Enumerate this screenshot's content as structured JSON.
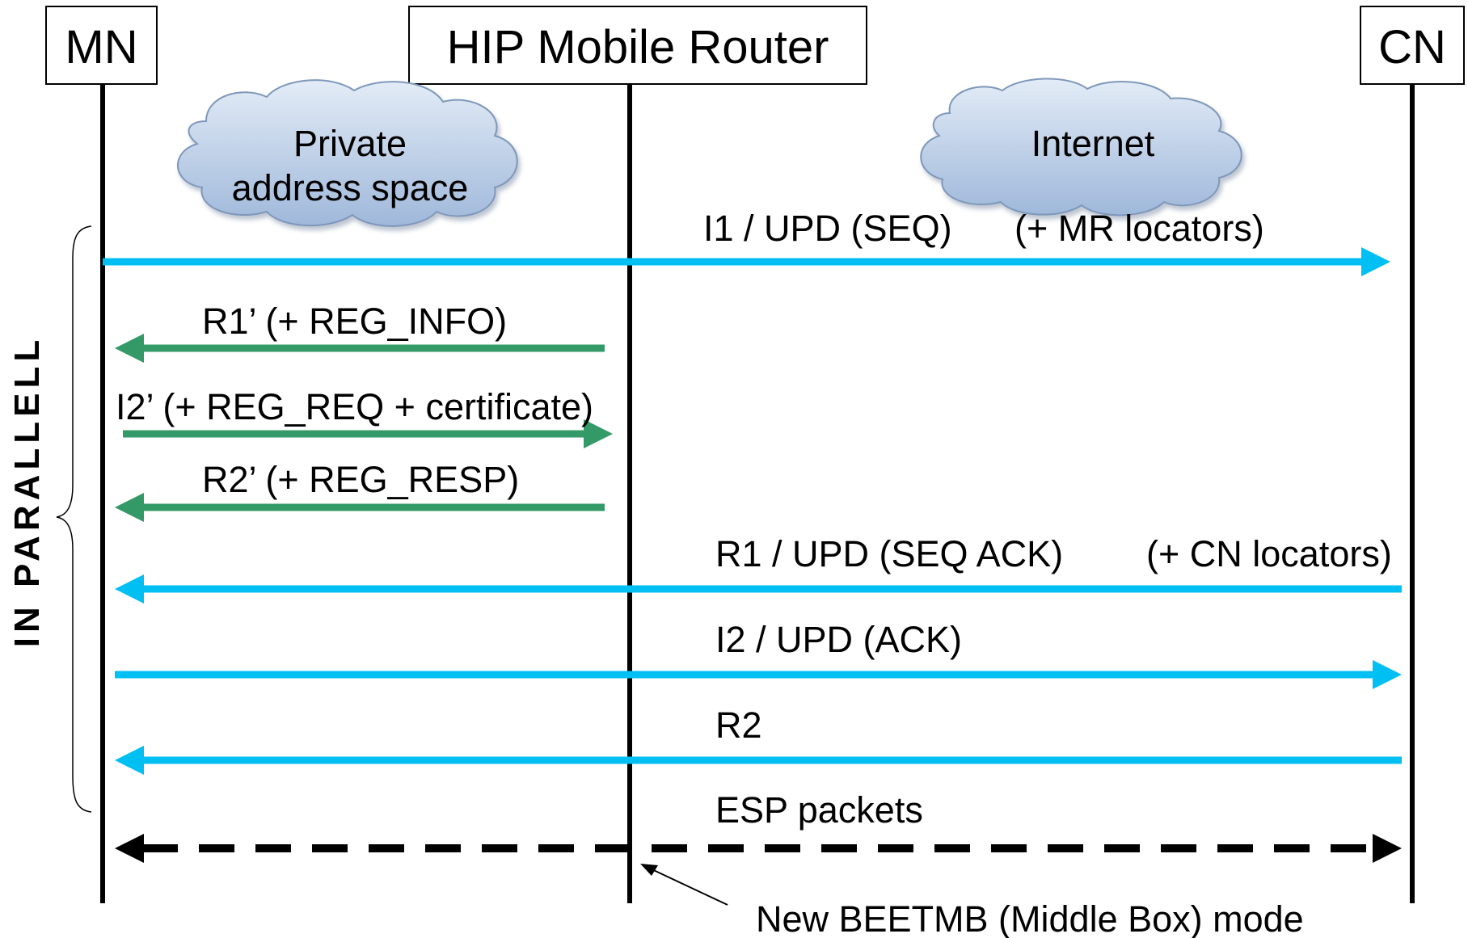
{
  "entities": {
    "mn": "MN",
    "router": "HIP Mobile Router",
    "cn": "CN"
  },
  "clouds": {
    "private_line1": "Private",
    "private_line2": "address space",
    "internet": "Internet"
  },
  "side_label": "IN  PARALLELL",
  "messages": {
    "i1_main": "I1 / UPD (SEQ)",
    "i1_extra": "(+ MR locators)",
    "r1prime": "R1’ (+ REG_INFO)",
    "i2prime": "I2’ (+ REG_REQ + certificate)",
    "r2prime": "R2’ (+ REG_RESP)",
    "r1_main": "R1 / UPD (SEQ ACK)",
    "r1_extra": "(+ CN locators)",
    "i2": "I2 / UPD (ACK)",
    "r2": "R2",
    "esp": "ESP packets"
  },
  "annotation": "New BEETMB (Middle Box) mode",
  "colors": {
    "cyan_arrow": "#00bff3",
    "green_arrow": "#339966",
    "cloud_fill_top": "#dbe6f3",
    "cloud_fill_bottom": "#99b3d6",
    "cloud_stroke": "#8da4c4"
  }
}
